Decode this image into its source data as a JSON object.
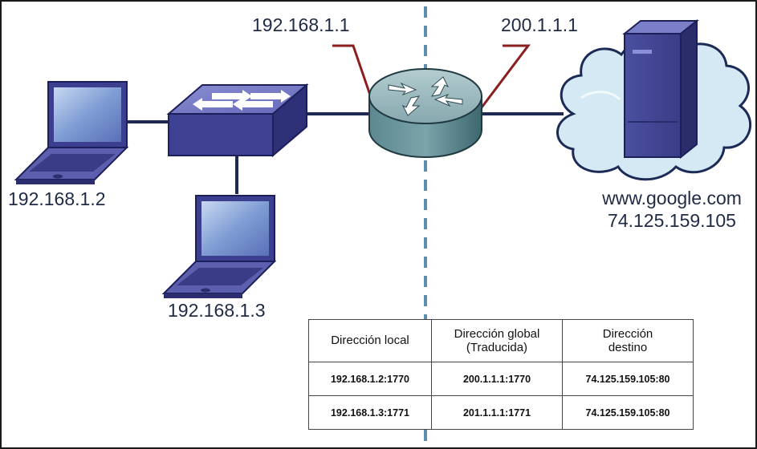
{
  "labels": {
    "router_lan_ip": "192.168.1.1",
    "router_wan_ip": "200.1.1.1",
    "laptop1_ip": "192.168.1.2",
    "laptop2_ip": "192.168.1.3",
    "server_host": "www.google.com",
    "server_ip": "74.125.159.105"
  },
  "nat_table": {
    "headers": [
      "Dirección local",
      "Dirección global\n(Traducida)",
      "Dirección\ndestino"
    ],
    "rows": [
      [
        "192.168.1.2:1770",
        "200.1.1.1:1770",
        "74.125.159.105:80"
      ],
      [
        "192.168.1.3:1771",
        "201.1.1.1:1771",
        "74.125.159.105:80"
      ]
    ]
  },
  "colors": {
    "link": "#1e2a52",
    "callout": "#8b1e1e",
    "divider": "#5f8fb0",
    "device_top": "#7a7fc7",
    "device_body": "#3e3f8f",
    "router_top": "#8fb0b5",
    "router_side": "#3f6e78",
    "cloud": "#cfe6f2"
  },
  "icons": [
    "laptop-icon",
    "switch-icon",
    "router-icon",
    "server-icon",
    "cloud-icon"
  ]
}
